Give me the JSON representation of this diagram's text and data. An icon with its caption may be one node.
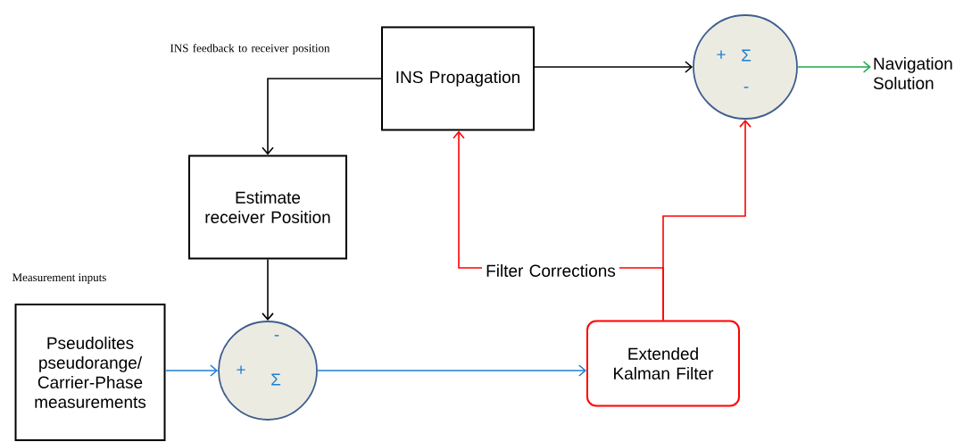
{
  "diagram": {
    "nodes": [
      {
        "text": [
          "INS Propagation"
        ]
      },
      {
        "text": [
          "+",
          "Σ",
          "-"
        ]
      },
      {
        "text": [
          "Navigation Solution"
        ]
      },
      {
        "text": [
          "Estimate receiver Position"
        ]
      },
      {
        "text": [
          "Pseudolites pseudorange/ Carrier-Phase measurements"
        ]
      },
      {
        "text": [
          "-",
          "+",
          "Σ"
        ]
      },
      {
        "text": [
          "Extended Kalman Filter"
        ]
      }
    ],
    "edges": [
      {
        "from": 0,
        "to": 1,
        "arrow": "to"
      },
      {
        "from": 1,
        "to": 2,
        "arrow": "to",
        "color": "#1aaa4a"
      },
      {
        "from": 0,
        "to": 3,
        "arrow": "to",
        "label": "INS feedback to receiver position"
      },
      {
        "from": 3,
        "to": 5,
        "arrow": "to"
      },
      {
        "from": 4,
        "to": 5,
        "arrow": "to",
        "color": "#1f7fd0"
      },
      {
        "from": 5,
        "to": 6,
        "arrow": "to",
        "color": "#1f7fd0"
      },
      {
        "from": 6,
        "to": 0,
        "arrow": "to",
        "color": "#ff0000",
        "label": "Filter Corrections"
      },
      {
        "from": 6,
        "to": 1,
        "arrow": "to",
        "color": "#ff0000"
      }
    ],
    "labels": [
      "Measurement inputs"
    ]
  }
}
